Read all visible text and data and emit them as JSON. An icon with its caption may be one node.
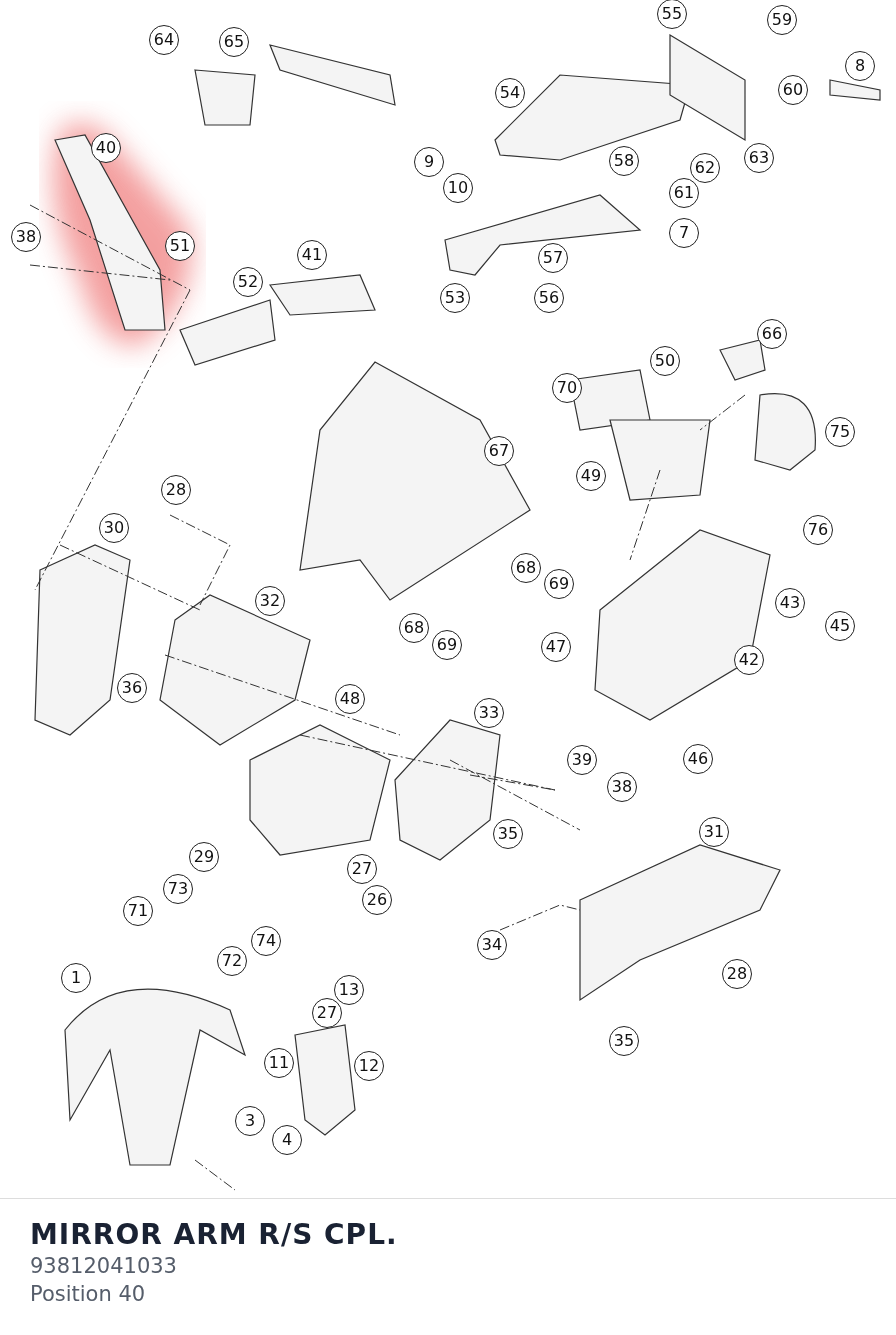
{
  "diagram": {
    "title": "MIRROR ARM R/S CPL.",
    "labels": [
      "55",
      "59",
      "64",
      "65",
      "8",
      "54",
      "60",
      "40",
      "62",
      "63",
      "9",
      "58",
      "10",
      "61",
      "7",
      "38",
      "51",
      "41",
      "57",
      "52",
      "56",
      "53",
      "66",
      "50",
      "70",
      "75",
      "67",
      "49",
      "28",
      "76",
      "30",
      "68",
      "69",
      "32",
      "43",
      "45",
      "68",
      "69",
      "47",
      "42",
      "36",
      "48",
      "33",
      "46",
      "39",
      "38",
      "35",
      "31",
      "29",
      "27",
      "73",
      "26",
      "71",
      "74",
      "34",
      "72",
      "28",
      "1",
      "13",
      "27",
      "35",
      "11",
      "12",
      "3",
      "4",
      "93812041033",
      "Position 40"
    ]
  }
}
